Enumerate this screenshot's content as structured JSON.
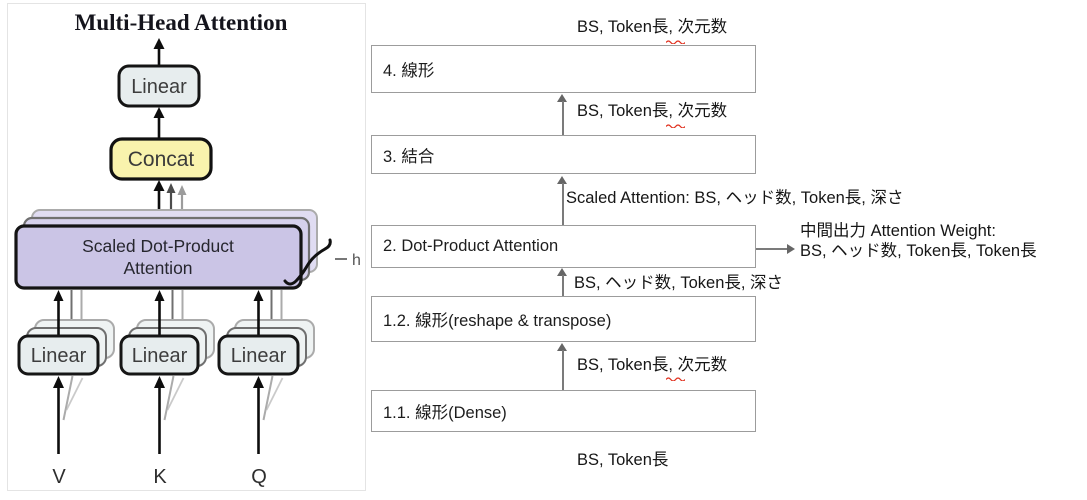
{
  "left_diagram": {
    "title": "Multi-Head Attention",
    "top_linear_label": "Linear",
    "concat_label": "Concat",
    "attention_box_line1": "Scaled Dot-Product",
    "attention_box_line2": "Attention",
    "h_label": "h",
    "linear_labels": [
      "Linear",
      "Linear",
      "Linear"
    ],
    "input_labels": [
      "V",
      "K",
      "Q"
    ],
    "colors": {
      "concat_fill": "#f9f3ad",
      "attention_fill": "#cbc5e6",
      "attention_ghost2_fill": "#d6d1ec",
      "attention_ghost3_fill": "#e0dcf2",
      "linear_fill": "#e7edee",
      "linear_ghost_fill": "#eff3f3"
    }
  },
  "flow": {
    "boxes": [
      {
        "label": "4. 線形"
      },
      {
        "label": "3. 結合"
      },
      {
        "label": "2. Dot-Product Attention"
      },
      {
        "label": "1.2. 線形(reshape & transpose)"
      },
      {
        "label": "1.1. 線形(Dense)"
      }
    ],
    "labels": {
      "output_top": "BS, Token長, 次元数",
      "between_4_3": "BS, Token長, 次元数",
      "between_3_2": "Scaled Attention: BS, ヘッド数, Token長, 深さ",
      "between_2_12": "BS, ヘッド数, Token長, 深さ",
      "between_12_11": "BS, Token長, 次元数",
      "input_bottom": "BS, Token長",
      "side_note_line1": "中間出力 Attention Weight:",
      "side_note_line2": "BS, ヘッド数, Token長, Token長"
    },
    "colors": {
      "arrow": "#6e6e6e",
      "box_border": "#9c9c9c",
      "squiggle": "#e0301e"
    }
  }
}
